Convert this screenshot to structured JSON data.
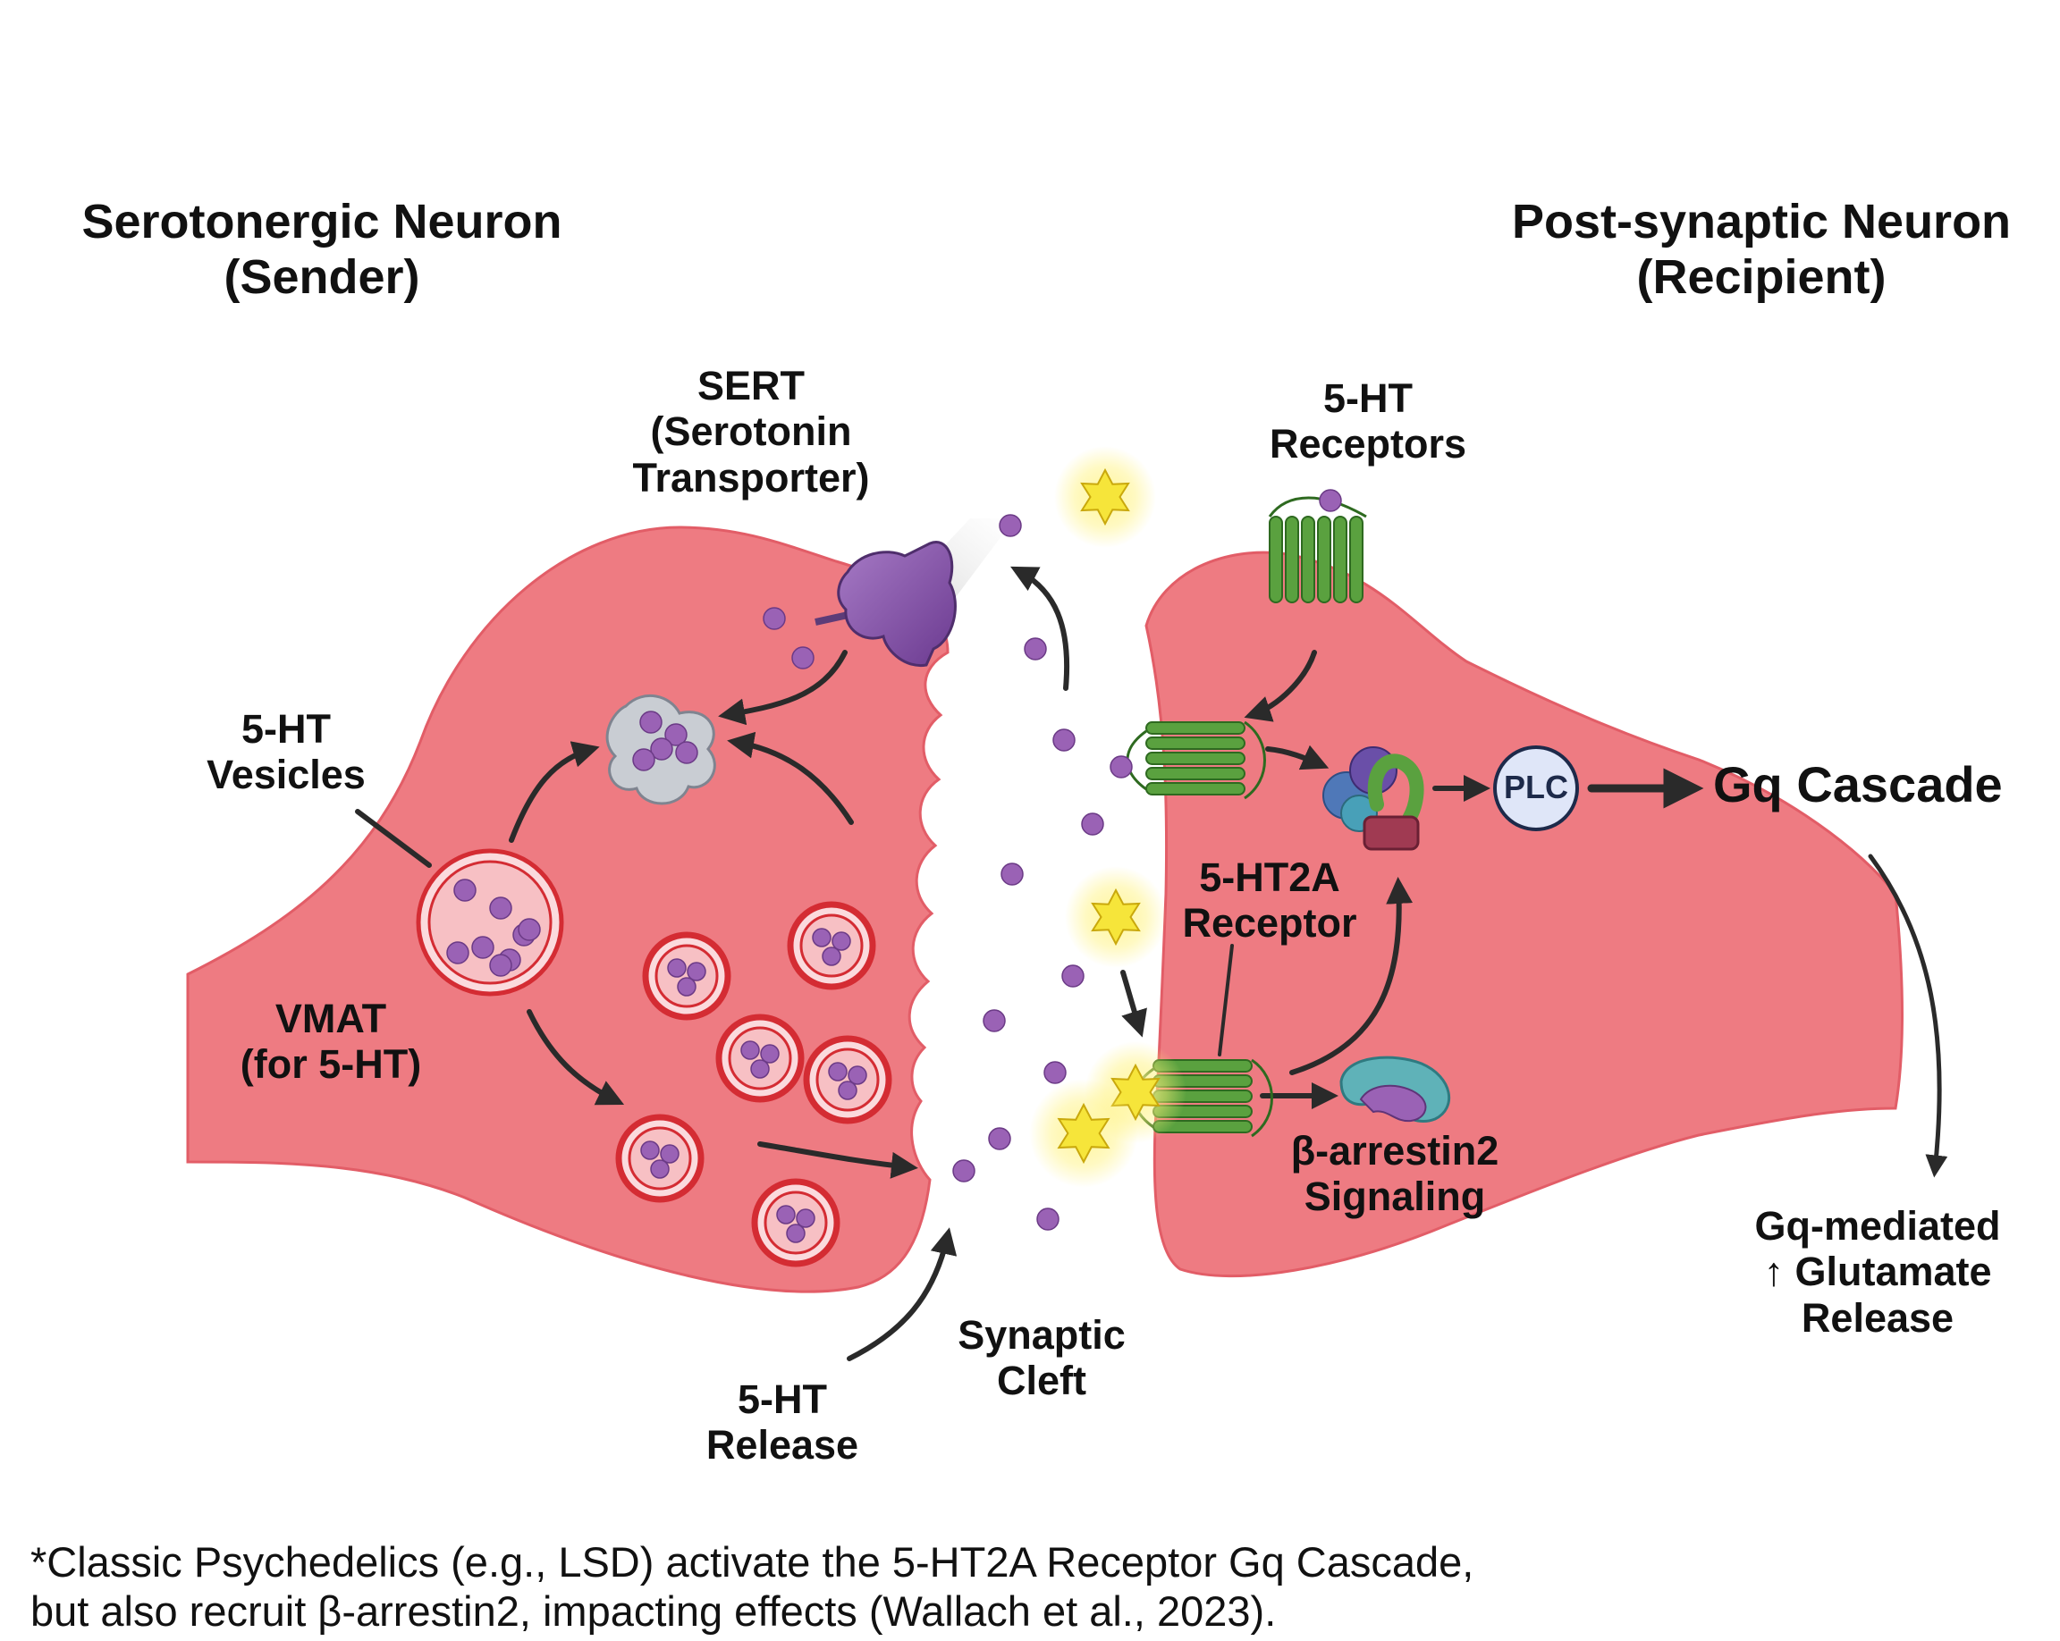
{
  "colors": {
    "neuron_fill": "#ee7b82",
    "neuron_edge": "#e25d67",
    "vesicle_ring": "#d42c33",
    "vesicle_fill": "#f7c0c4",
    "dot": "#9a62b5",
    "receptor": "#5aa13f",
    "transporter": "#8a4fae",
    "star": "#f6e53a",
    "plc": "#dfe6f8",
    "arrow": "#2a2a2a"
  },
  "labels": {
    "sender_title": [
      "Serotonergic Neuron",
      "(Sender)"
    ],
    "recipient_title": [
      "Post-synaptic Neuron",
      "(Recipient)"
    ],
    "sert": [
      "SERT",
      "(Serotonin",
      "Transporter)"
    ],
    "receptors": [
      "5-HT",
      "Receptors"
    ],
    "vesicles": [
      "5-HT",
      "Vesicles"
    ],
    "vmat": [
      "VMAT",
      "(for 5-HT)"
    ],
    "ht2a": [
      "5-HT2A",
      "Receptor"
    ],
    "arrestin": [
      "β-arrestin2",
      "Signaling"
    ],
    "plc": "PLC",
    "gq_cascade": "Gq Cascade",
    "gq_mediated": [
      "Gq-mediated",
      "↑ Glutamate",
      "Release"
    ],
    "release": [
      "5-HT",
      "Release"
    ],
    "cleft": [
      "Synaptic",
      "Cleft"
    ]
  },
  "footnote": [
    "*Classic Psychedelics (e.g., LSD) activate the 5-HT2A Receptor Gq Cascade,",
    "but also recruit β-arrestin2, impacting effects (Wallach et al., 2023)."
  ]
}
